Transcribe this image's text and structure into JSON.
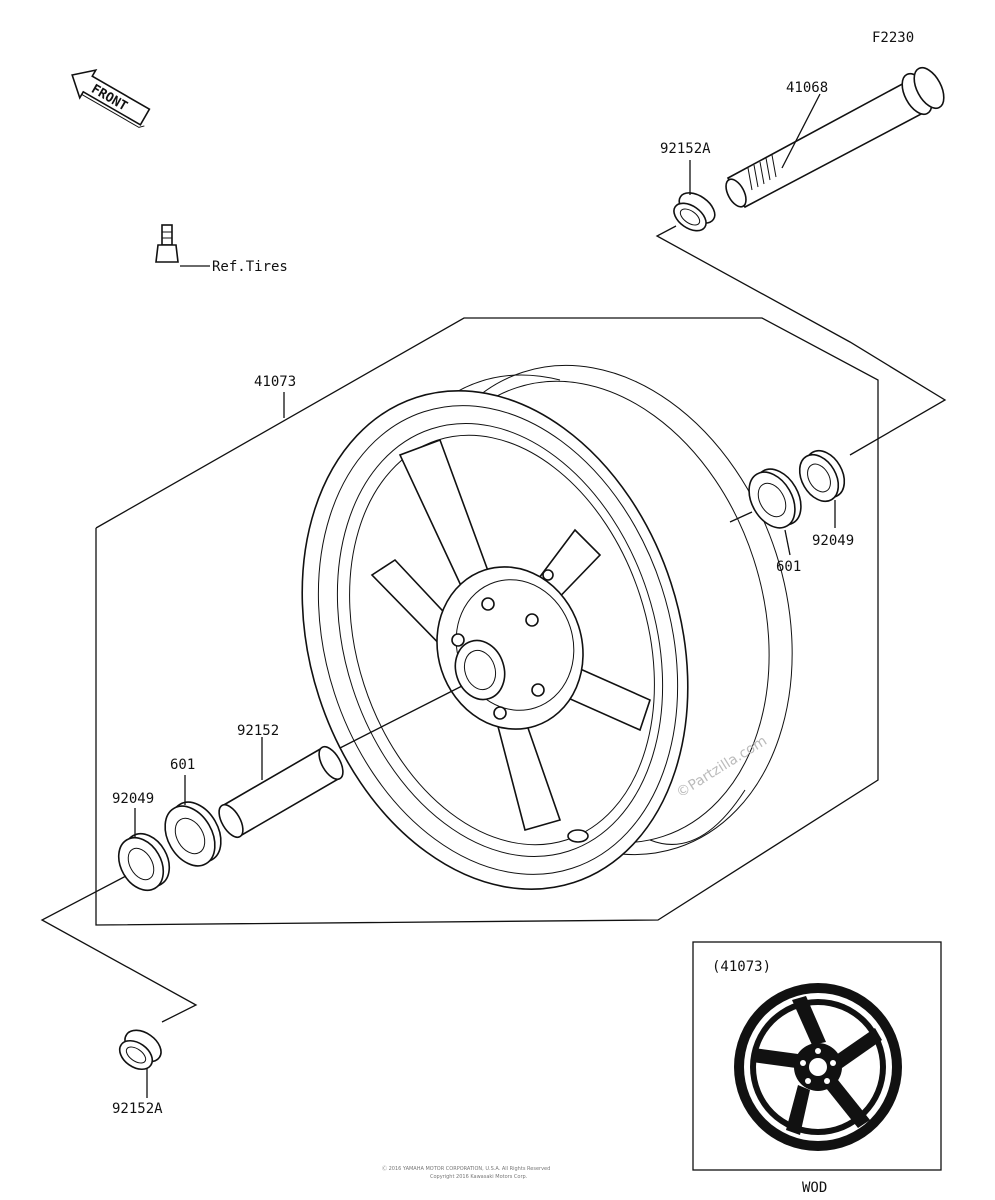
{
  "diagram": {
    "figure_code": "F2230",
    "front_label": "FRONT",
    "ref_tires": "Ref.Tires",
    "parts": {
      "axle": "41068",
      "collar_top": "92152A",
      "collar_bottom": "92152A",
      "wheel": "41073",
      "bearing_right": "601",
      "bearing_left": "601",
      "seal_right": "92049",
      "seal_left": "92049",
      "spacer": "92152"
    },
    "inset": {
      "title": "(41073)",
      "caption": "WOD"
    },
    "watermark": "©Partzilla.com",
    "footer": [
      "Ⓒ 2016 YAMAHA MOTOR CORPORATION, U.S.A. All Rights Reserved",
      "Copyright 2016 Kawasaki Motors Corp."
    ]
  }
}
